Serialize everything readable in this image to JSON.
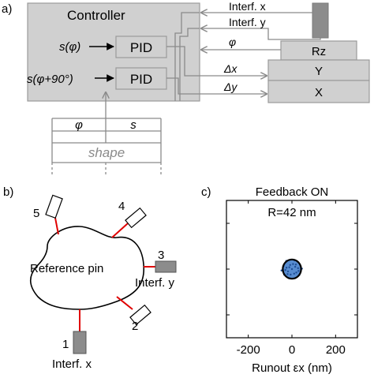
{
  "panel_a": {
    "label": "a)",
    "controller_title": "Controller",
    "pid_label": "PID",
    "input_1": "s(φ)",
    "input_2": "s(φ+90°)",
    "signals": {
      "interf_x": "Interf. x",
      "interf_y": "Interf. y",
      "phi": "φ",
      "delta_x": "Δx",
      "delta_y": "Δy"
    },
    "stages": {
      "rz": "Rz",
      "y": "Y",
      "x": "X"
    },
    "table": {
      "col_phi": "φ",
      "col_s": "s",
      "caption": "shape"
    }
  },
  "panel_b": {
    "label": "b)",
    "center_label": "Reference pin",
    "sensors": [
      {
        "number": "1",
        "caption": "Interf. x"
      },
      {
        "number": "2",
        "caption": ""
      },
      {
        "number": "3",
        "caption": "Interf. y"
      },
      {
        "number": "4",
        "caption": ""
      },
      {
        "number": "5",
        "caption": ""
      }
    ]
  },
  "panel_c": {
    "label": "c)",
    "title": "Feedback ON",
    "annotation": "R=42 nm",
    "xlabel": "Runout εx (nm)",
    "colors": {
      "points": "#3a78c8",
      "circle": "#000000"
    }
  },
  "chart_data": {
    "type": "scatter",
    "title": "Feedback ON",
    "xlabel": "Runout εx (nm)",
    "ylabel": "",
    "xlim": [
      -300,
      300
    ],
    "ylim": [
      -300,
      300
    ],
    "xticks": [
      -200,
      0,
      200
    ],
    "yticks": [
      -200,
      0,
      200
    ],
    "annotation": "R=42 nm",
    "circle_radius": 42,
    "series": [
      {
        "points": [
          [
            0,
            0
          ],
          [
            15,
            10
          ],
          [
            -12,
            8
          ],
          [
            20,
            -15
          ],
          [
            -18,
            -10
          ],
          [
            5,
            22
          ],
          [
            -6,
            -24
          ],
          [
            28,
            4
          ],
          [
            -25,
            6
          ],
          [
            10,
            -20
          ],
          [
            -8,
            18
          ],
          [
            30,
            -8
          ],
          [
            -30,
            -4
          ],
          [
            18,
            20
          ],
          [
            -20,
            -22
          ],
          [
            40,
            12
          ],
          [
            -38,
            14
          ],
          [
            34,
            -26
          ],
          [
            -36,
            -24
          ],
          [
            12,
            38
          ],
          [
            -10,
            -40
          ],
          [
            46,
            2
          ],
          [
            -48,
            -6
          ],
          [
            24,
            34
          ],
          [
            -26,
            36
          ]
        ]
      }
    ]
  }
}
